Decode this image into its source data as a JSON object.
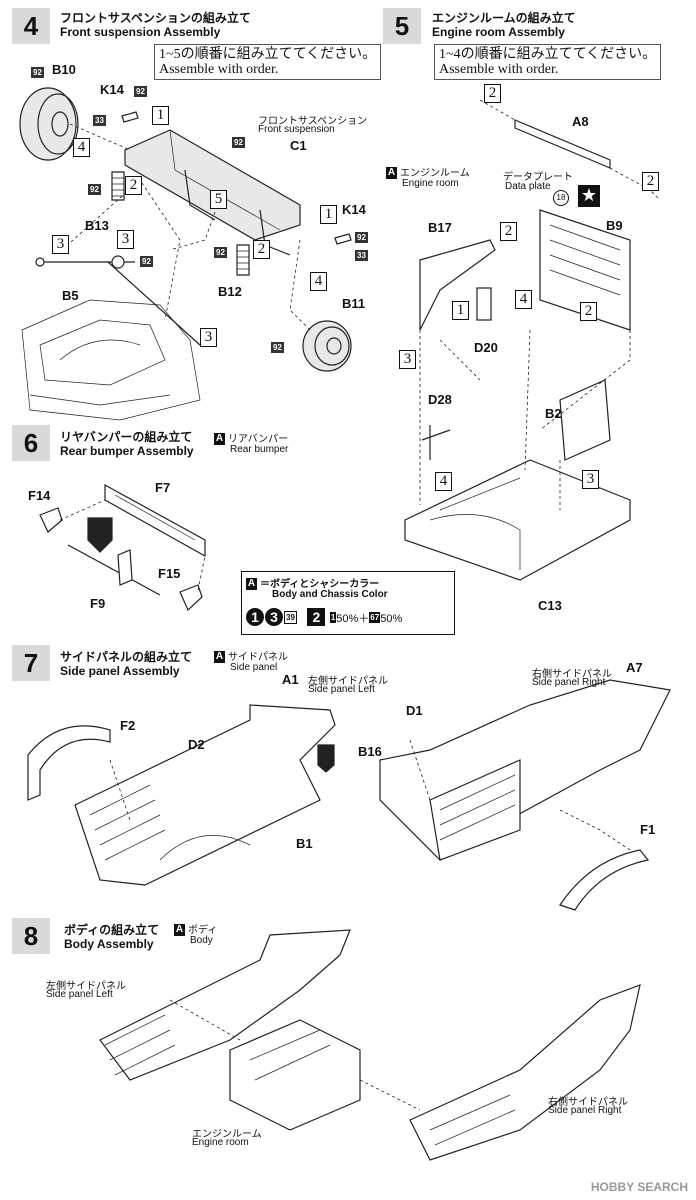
{
  "step4": {
    "number": "4",
    "title_jp": "フロントサスペンションの組み立て",
    "title_en": "Front suspension Assembly",
    "note_jp": "1~5の順番に組み立ててください。",
    "note_en": "Assemble with order.",
    "sub_jp": "フロントサスペンション",
    "sub_en": "Front suspension",
    "parts": [
      "B10",
      "K14",
      "C1",
      "B13",
      "B5",
      "B12",
      "K14",
      "B11"
    ],
    "codes": [
      "92",
      "33"
    ],
    "order": [
      "1",
      "2",
      "3",
      "4",
      "5"
    ]
  },
  "step5": {
    "number": "5",
    "title_jp": "エンジンルームの組み立て",
    "title_en": "Engine room  Assembly",
    "note_jp": "1~4の順番に組み立ててください。",
    "note_en": "Assemble with order.",
    "callout_tag": "A",
    "callout_jp": "エンジンルーム",
    "callout_en": "Engine room",
    "decal_jp": "データプレート",
    "decal_en": "Data plate",
    "decal_no": "18",
    "parts": [
      "A8",
      "B17",
      "B9",
      "D20",
      "D28",
      "B2",
      "C13"
    ],
    "order": [
      "1",
      "2",
      "3",
      "4"
    ]
  },
  "step6": {
    "number": "6",
    "title_jp": "リヤバンパーの組み立て",
    "title_en": "Rear bumper Assembly",
    "callout_tag": "A",
    "callout_jp": "リアバンパー",
    "callout_en": "Rear bumper",
    "parts": [
      "F14",
      "F7",
      "F15",
      "F9"
    ]
  },
  "color_box": {
    "tag": "A",
    "label_jp": "＝ボディとシャシーカラー",
    "label_en": "Body and Chassis Color",
    "c1": "1",
    "c3": "3",
    "c39": "39",
    "c2": "2",
    "mix_a": "1",
    "mix_a_pct": "50%＋",
    "mix_b": "67",
    "mix_b_pct": "50%"
  },
  "step7": {
    "number": "7",
    "title_jp": "サイドパネルの組み立て",
    "title_en": "Side panel Assembly",
    "callout_tag": "A",
    "callout_jp": "サイドパネル",
    "callout_en": "Side panel",
    "left_jp": "左側サイドパネル",
    "left_en": "Side panel Left",
    "right_jp": "右側サイドパネル",
    "right_en": "Side panel Right",
    "parts": [
      "A1",
      "F2",
      "D2",
      "B1",
      "D1",
      "A7",
      "B16",
      "F1"
    ]
  },
  "step8": {
    "number": "8",
    "title_jp": "ボディの組み立て",
    "title_en": "Body Assembly",
    "callout_tag": "A",
    "callout_jp": "ボディ",
    "callout_en": "Body",
    "left_jp": "左側サイドパネル",
    "left_en": "Side panel Left",
    "right_jp": "右側サイドパネル",
    "right_en": "Side panel Right",
    "engine_jp": "エンジンルーム",
    "engine_en": "Engine room"
  },
  "watermark": "HOBBY SEARCH"
}
